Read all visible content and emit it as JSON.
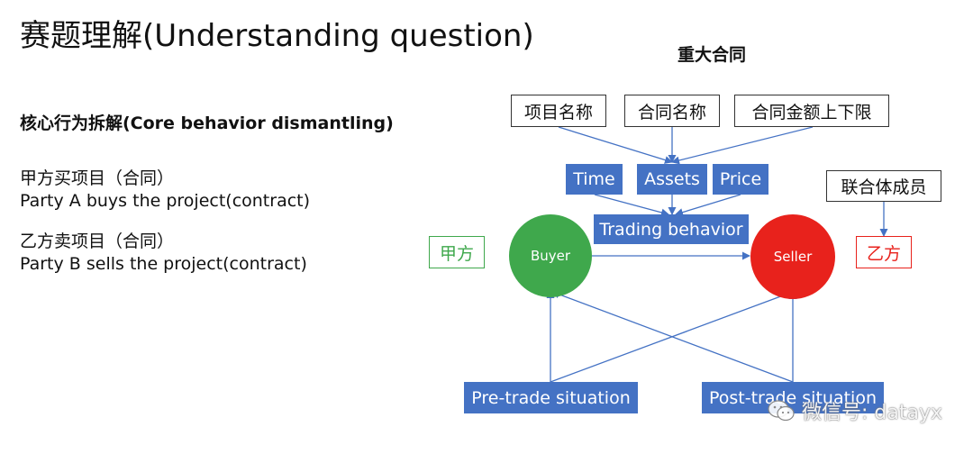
{
  "slide": {
    "title": "赛题理解(Understanding question)",
    "section_heading": "核心行为拆解(Core behavior dismantling)",
    "party_a_cn": "甲方买项目（合同）",
    "party_a_en": "Party A buys the project(contract)",
    "party_b_cn": "乙方卖项目（合同）",
    "party_b_en": "Party B sells the project(contract)"
  },
  "diagram": {
    "title": "重大合同",
    "attributes": [
      "项目名称",
      "合同名称",
      "合同金额上下限"
    ],
    "factors": [
      "Time",
      "Assets",
      "Price"
    ],
    "trading_behavior": "Trading behavior",
    "buyer": "Buyer",
    "seller": "Seller",
    "party_a_label": "甲方",
    "party_b_label": "乙方",
    "consortium_member": "联合体成员",
    "pre_trade": "Pre-trade situation",
    "post_trade": "Post-trade situation",
    "colors": {
      "blue": "#4472c4",
      "buyer_green": "#3fa84c",
      "seller_red": "#e8221c",
      "party_a_green": "#3fa84c",
      "party_b_red": "#e8221c"
    }
  },
  "watermark": {
    "text": "微信号: datayx",
    "icon": "wechat-icon"
  }
}
